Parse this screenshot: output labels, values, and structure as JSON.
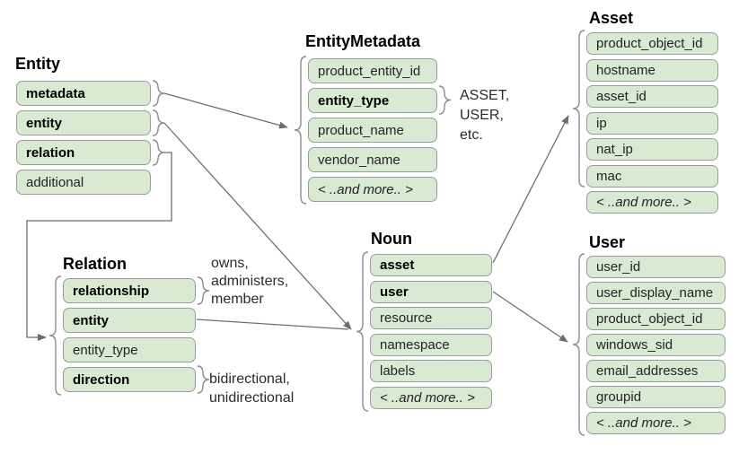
{
  "boxes": {
    "entity": {
      "title": "Entity",
      "rows": [
        {
          "label": "metadata"
        },
        {
          "label": "entity"
        },
        {
          "label": "relation"
        },
        {
          "label": "additional"
        }
      ]
    },
    "entity_metadata": {
      "title": "EntityMetadata",
      "rows": [
        {
          "label": "product_entity_id"
        },
        {
          "label": "entity_type"
        },
        {
          "label": "product_name"
        },
        {
          "label": "vendor_name"
        },
        {
          "label": "< ..and more.. >"
        }
      ]
    },
    "relation": {
      "title": "Relation",
      "rows": [
        {
          "label": "relationship"
        },
        {
          "label": "entity"
        },
        {
          "label": "entity_type"
        },
        {
          "label": "direction"
        }
      ]
    },
    "noun": {
      "title": "Noun",
      "rows": [
        {
          "label": "asset"
        },
        {
          "label": "user"
        },
        {
          "label": "resource"
        },
        {
          "label": "namespace"
        },
        {
          "label": "labels"
        },
        {
          "label": "< ..and more.. >"
        }
      ]
    },
    "asset": {
      "title": "Asset",
      "rows": [
        {
          "label": "product_object_id"
        },
        {
          "label": "hostname"
        },
        {
          "label": "asset_id"
        },
        {
          "label": "ip"
        },
        {
          "label": "nat_ip"
        },
        {
          "label": "mac"
        },
        {
          "label": "< ..and more.. >"
        }
      ]
    },
    "user": {
      "title": "User",
      "rows": [
        {
          "label": "user_id"
        },
        {
          "label": "user_display_name"
        },
        {
          "label": "product_object_id"
        },
        {
          "label": "windows_sid"
        },
        {
          "label": "email_addresses"
        },
        {
          "label": "groupid"
        },
        {
          "label": "< ..and more.. >"
        }
      ]
    }
  },
  "notes": {
    "entity_type_values": {
      "lines": [
        "ASSET,",
        "USER,",
        "etc."
      ]
    },
    "relationship_values": {
      "lines": [
        "owns,",
        "administers,",
        "member"
      ]
    },
    "direction_values": {
      "lines": [
        "bidirectional,",
        "unidirectional"
      ]
    }
  },
  "colors": {
    "row_fill": "#d9ead3",
    "row_border": "#9b9b9b",
    "connector": "#6e6e6e",
    "text": "#232323"
  }
}
